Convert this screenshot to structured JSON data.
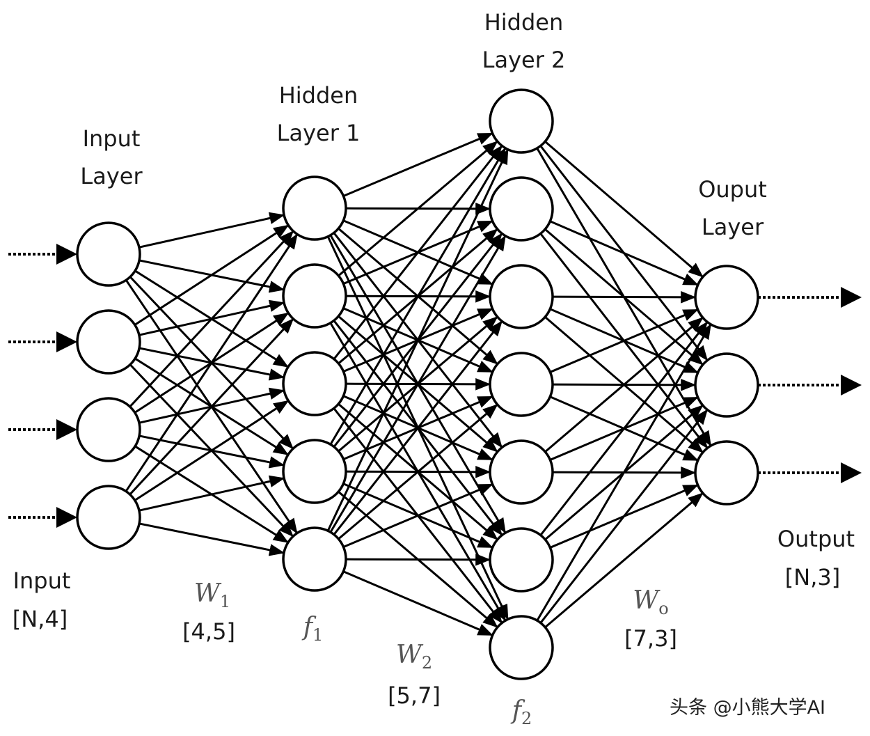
{
  "layers": [
    {
      "id": "input",
      "title": "Input\nLayer",
      "nodes": 4
    },
    {
      "id": "hidden1",
      "title": "Hidden\nLayer 1",
      "nodes": 5
    },
    {
      "id": "hidden2",
      "title": "Hidden\nLayer 2",
      "nodes": 7
    },
    {
      "id": "output",
      "title": "Ouput\nLayer",
      "nodes": 3
    }
  ],
  "labels": {
    "input_name": "Input",
    "input_shape": "[N,4]",
    "w1_symbol": "W",
    "w1_sub": "1",
    "w1_shape": "[4,5]",
    "f1_symbol": "f",
    "f1_sub": "1",
    "w2_symbol": "W",
    "w2_sub": "2",
    "w2_shape": "[5,7]",
    "f2_symbol": "f",
    "f2_sub": "2",
    "wo_symbol": "W",
    "wo_sub": "o",
    "wo_shape": "[7,3]",
    "output_name": "Output",
    "output_shape": "[N,3]"
  },
  "watermark": "头条 @小熊大学AI",
  "colors": {
    "stroke": "#000000",
    "node_fill": "#ffffff",
    "text": "#1a1a1a",
    "math": "#555555"
  }
}
